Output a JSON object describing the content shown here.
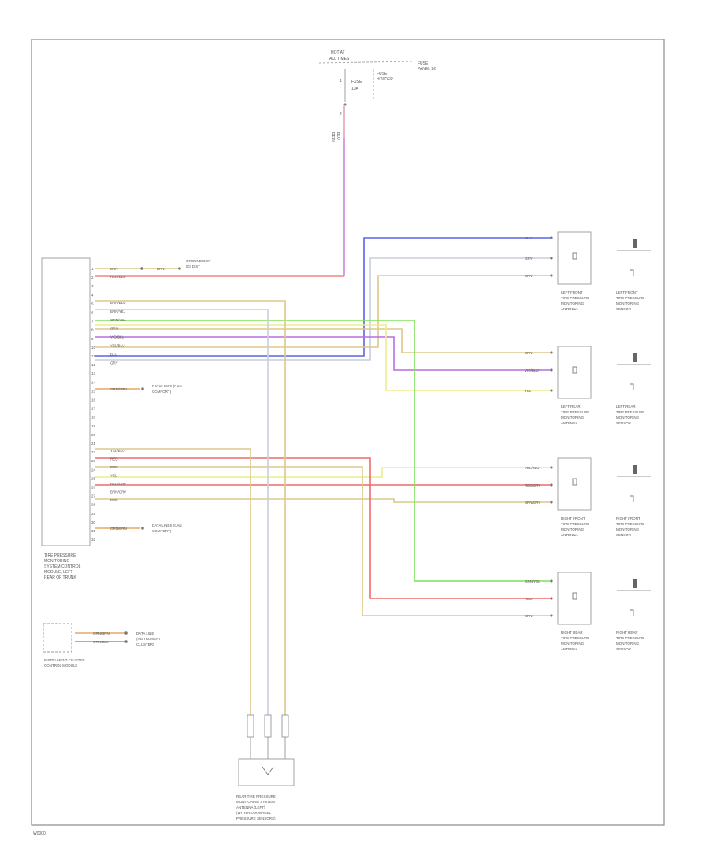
{
  "diagram": {
    "footer_code": "W0000",
    "fuse_block": {
      "title_lines": [
        "HOT AT",
        "ALL TIMES"
      ],
      "fuse_label_lines": [
        "FUSE",
        "10A"
      ],
      "panel_label_lines": [
        "FUSE",
        "PANEL SC"
      ],
      "holder_label_lines": [
        "FUSE",
        "HOLDER"
      ],
      "pin_labels": [
        "1",
        "2"
      ]
    },
    "supply_wire_label_lines": [
      "RED/",
      "BLU"
    ],
    "tpms_module": {
      "label_lines": [
        "TIRE PRESSURE",
        "MONITORING",
        "SYSTEM CONTROL",
        "MODULE, LEFT",
        "REAR OF TRUNK"
      ],
      "pins": [
        "1",
        "2",
        "3",
        "4",
        "5",
        "6",
        "7",
        "8",
        "9",
        "10",
        "11",
        "12",
        "13",
        "14",
        "15",
        "16",
        "17",
        "18",
        "19",
        "20",
        "21",
        "22",
        "23",
        "24",
        "25",
        "26",
        "27",
        "28",
        "29",
        "30",
        "31",
        "32"
      ]
    },
    "module_wire_labels": {
      "ground": [
        "BRN",
        "BRN"
      ],
      "ground_dest_lines": [
        "GROUND DIST",
        "(G) DIST"
      ],
      "supply": "RED/BLU",
      "lf_group": [
        "BRN/BLU",
        "BRN/YEL",
        "GRN/YEL",
        "GRN",
        "VIO/BLU",
        "YEL/BLU",
        "BLU",
        "GRY"
      ],
      "data1": "ORN/BRN",
      "data1_dest_lines": [
        "DATA LINES (CAN",
        "COMFORT)"
      ],
      "rf_group": [
        "YEL/BLU",
        "RED",
        "BRN",
        "YEL",
        "RED/GRY",
        "BRN/GRY",
        "BRN"
      ],
      "data2": "ORN/BRN",
      "data2_dest_lines": [
        "DATA LINES (CAN",
        "COMFORT)"
      ]
    },
    "instrument_cluster": {
      "label_lines": [
        "INSTRUMENT CLUSTER",
        "CONTROL MODULE"
      ],
      "wire_labels": [
        "ORN/BRN",
        "ORN/BLK"
      ],
      "dest_lines": [
        "DATA LINE",
        "(INSTRUMENT",
        "CLUSTER)"
      ]
    },
    "antennas": [
      {
        "wires": [
          "BLU",
          "GRY",
          "BRN"
        ],
        "label_lines": [
          "LEFT FRONT",
          "TIRE PRESSURE",
          "MONITORING",
          "ANTENNA"
        ],
        "sensor_label_lines": [
          "LEFT FRONT",
          "TIRE PRESSURE",
          "MONITORING",
          "SENSOR"
        ]
      },
      {
        "wires": [
          "BRN",
          "VIO/BLU",
          "YEL"
        ],
        "label_lines": [
          "LEFT REAR",
          "TIRE PRESSURE",
          "MONITORING",
          "ANTENNA"
        ],
        "sensor_label_lines": [
          "LEFT REAR",
          "TIRE PRESSURE",
          "MONITORING",
          "SENSOR"
        ]
      },
      {
        "wires": [
          "YEL/BLU",
          "RED/GRY",
          "BRN/GRY"
        ],
        "label_lines": [
          "RIGHT FRONT",
          "TIRE PRESSURE",
          "MONITORING",
          "ANTENNA"
        ],
        "sensor_label_lines": [
          "RIGHT FRONT",
          "TIRE PRESSURE",
          "MONITORING",
          "SENSOR"
        ]
      },
      {
        "wires": [
          "GRN/YEL",
          "RED",
          "BRN"
        ],
        "label_lines": [
          "RIGHT REAR",
          "TIRE PRESSURE",
          "MONITORING",
          "ANTENNA"
        ],
        "sensor_label_lines": [
          "RIGHT REAR",
          "TIRE PRESSURE",
          "MONITORING",
          "SENSOR"
        ]
      }
    ],
    "rear_antenna": {
      "label_lines": [
        "REAR TIRE PRESSURE",
        "MONITORING SYSTEM",
        "ANTENNA (LEFT)",
        "(WITH REAR WHEEL",
        "PRESSURE SENSORS)"
      ]
    },
    "colors": {
      "red": "#f06a6a",
      "blue": "#5a63e8",
      "violet": "#b76fe0",
      "green": "#7ee05a",
      "yellow": "#eded8a",
      "brown": "#dcc88a",
      "gray": "#c9cfda",
      "orange": "#e7a860"
    }
  }
}
